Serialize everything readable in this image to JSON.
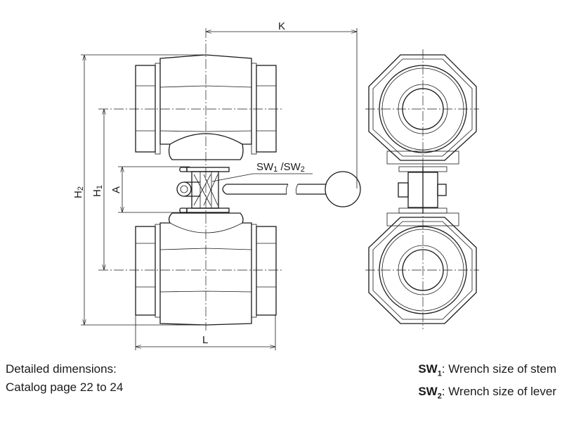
{
  "dimensions": {
    "K": "K",
    "H2": "H",
    "H2_sub": "2",
    "H1": "H",
    "H1_sub": "1",
    "A": "A",
    "L": "L",
    "sw_label": "SW",
    "sw1_sub": "1",
    "sw_sep": " /SW",
    "sw2_sub": "2"
  },
  "notes_left": {
    "line1": "Detailed dimensions:",
    "line2": "Catalog page 22 to 24"
  },
  "notes_right": [
    {
      "code": "SW",
      "sub": "1",
      "text": ": Wrench size of stem"
    },
    {
      "code": "SW",
      "sub": "2",
      "text": ": Wrench size of lever"
    }
  ]
}
